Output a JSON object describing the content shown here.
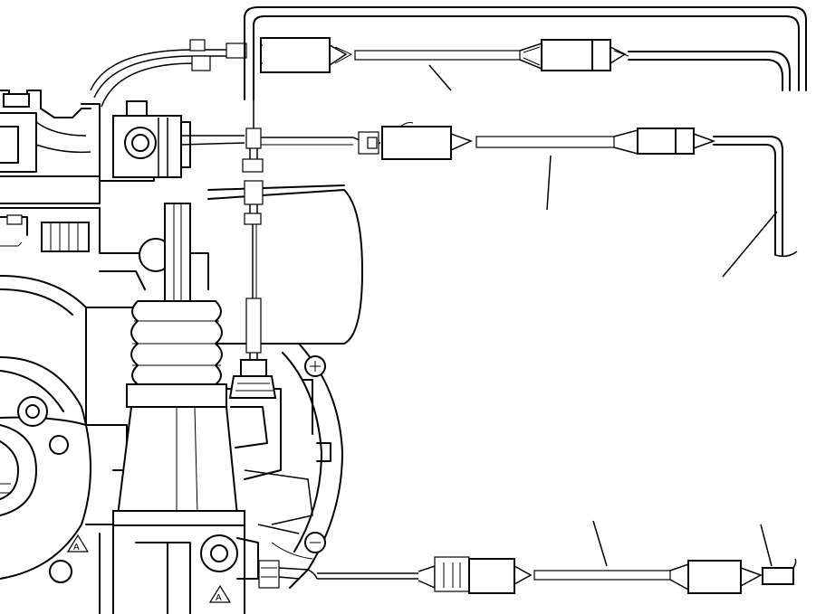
{
  "colors": {
    "ink": "#000000",
    "paper": "#ffffff"
  },
  "warning_marks": [
    {
      "name": "warning-triangle-upper",
      "text": "A"
    },
    {
      "name": "warning-triangle-lower",
      "text": "A"
    }
  ]
}
